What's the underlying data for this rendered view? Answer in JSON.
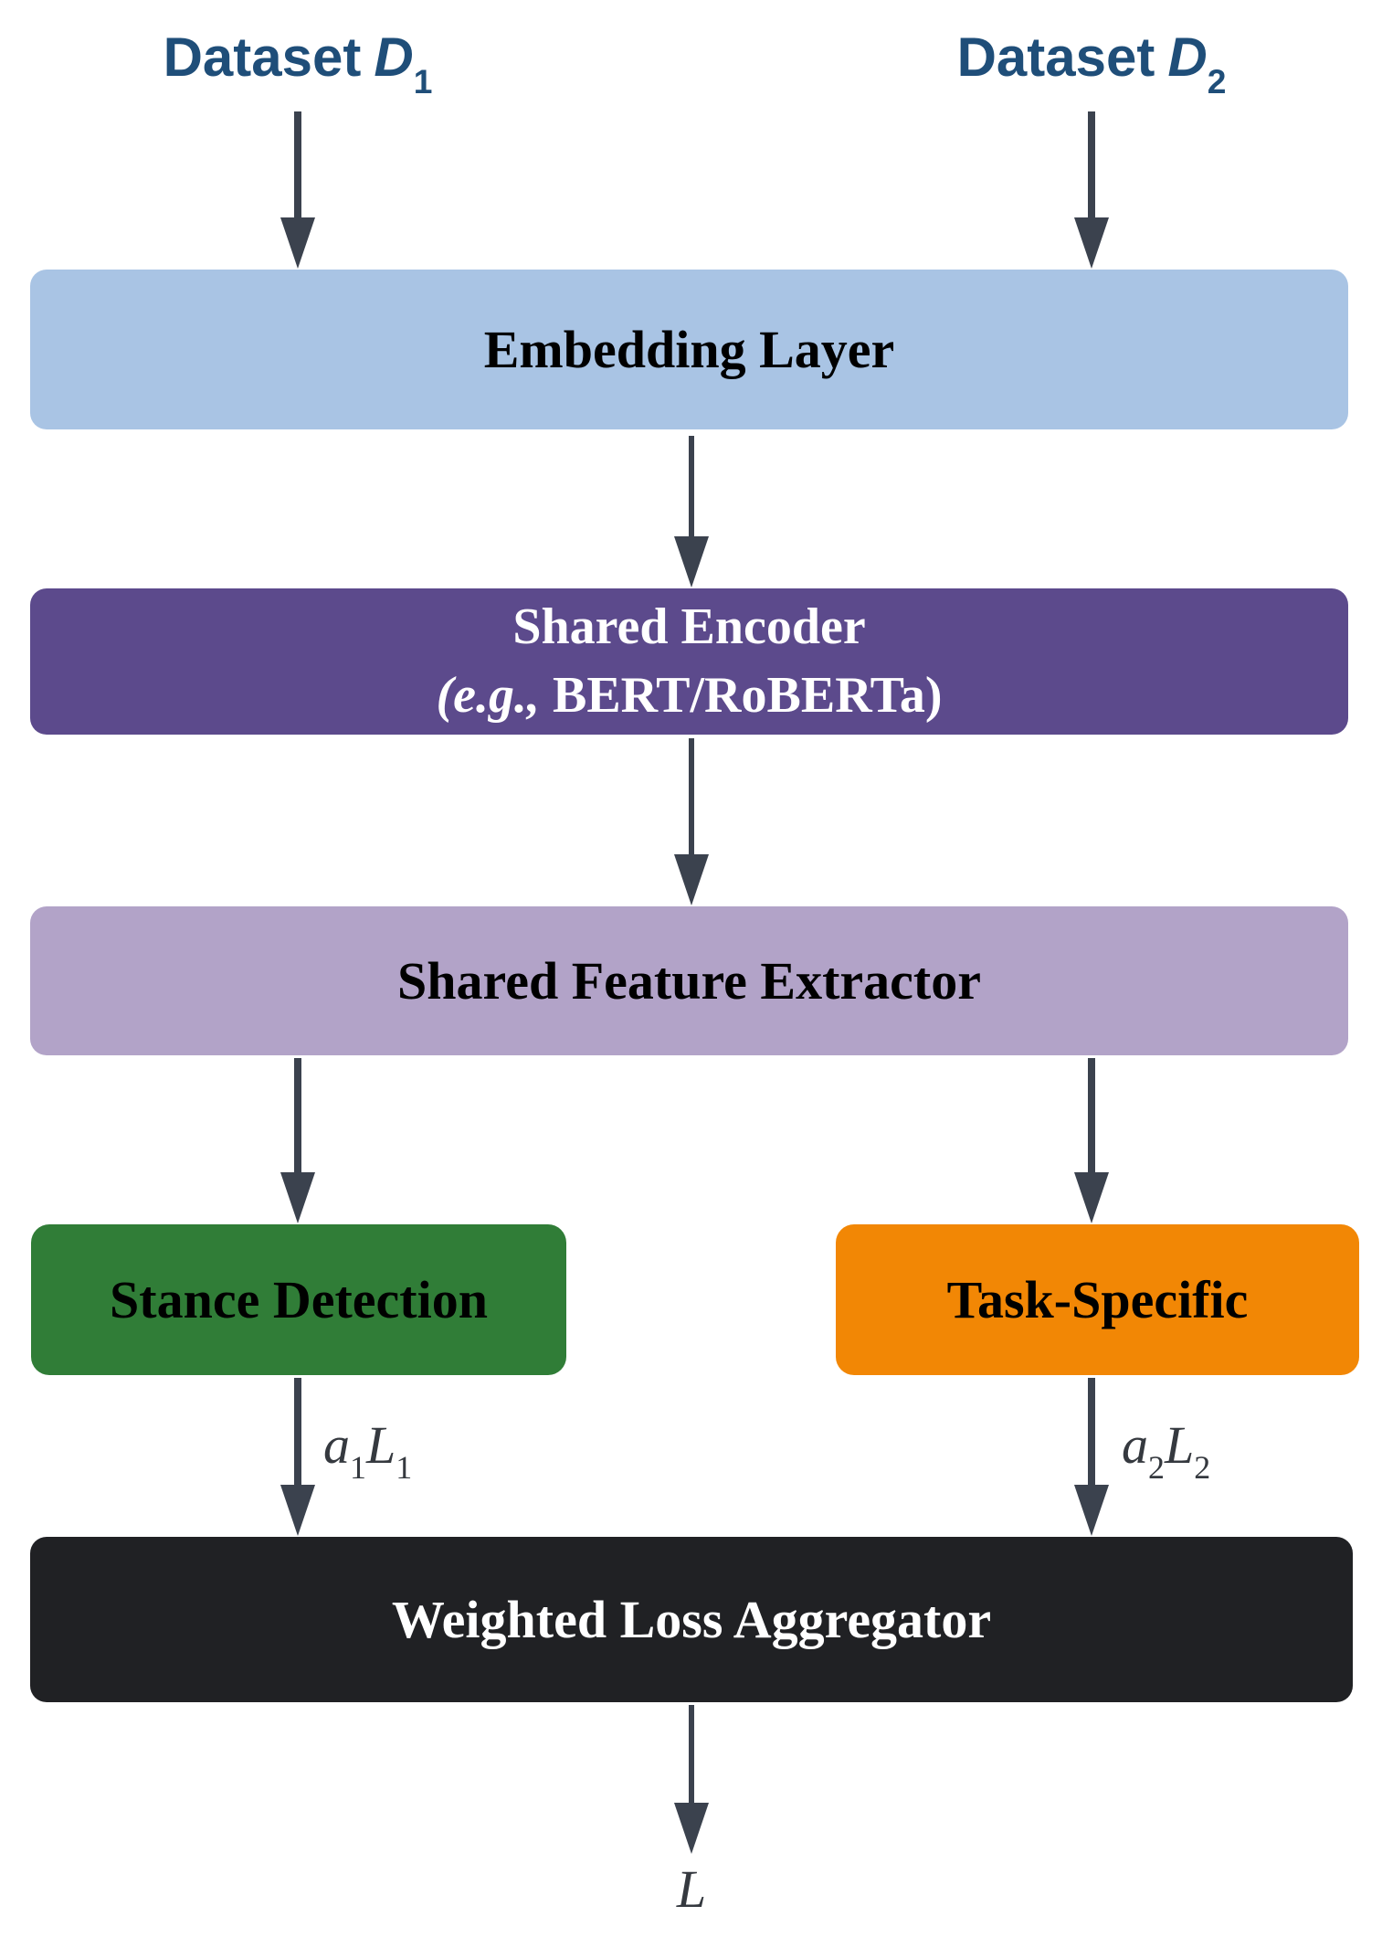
{
  "colors": {
    "dataset_label": "#1F4E79",
    "arrow": "#3B424E",
    "embedding_bg": "#A9C4E4",
    "encoder_bg": "#5C4A8C",
    "extractor_bg": "#B2A3C8",
    "stance_bg": "#307D37",
    "task_bg": "#F28705",
    "aggregator_bg": "#202124",
    "box_text_dark": "#000000",
    "box_text_light": "#FFFFFF",
    "math_label": "#35393F"
  },
  "datasets": [
    {
      "prefix": "Dataset",
      "symbol": "D",
      "subscript": "1"
    },
    {
      "prefix": "Dataset",
      "symbol": "D",
      "subscript": "2"
    }
  ],
  "boxes": {
    "embedding": {
      "label": "Embedding Layer"
    },
    "encoder": {
      "line1": "Shared Encoder",
      "line2_italic": "(e.g.,",
      "line2_rest": " BERT/RoBERTa)"
    },
    "extractor": {
      "label": "Shared Feature Extractor"
    },
    "stance": {
      "label": "Stance Detection"
    },
    "task": {
      "label": "Task-Specific"
    },
    "aggregator": {
      "label": "Weighted Loss Aggregator"
    }
  },
  "edge_labels": {
    "left": {
      "coef": "a",
      "coef_sub": "1",
      "loss": "L",
      "loss_sub": "1"
    },
    "right": {
      "coef": "a",
      "coef_sub": "2",
      "loss": "L",
      "loss_sub": "2"
    },
    "output": "L"
  }
}
